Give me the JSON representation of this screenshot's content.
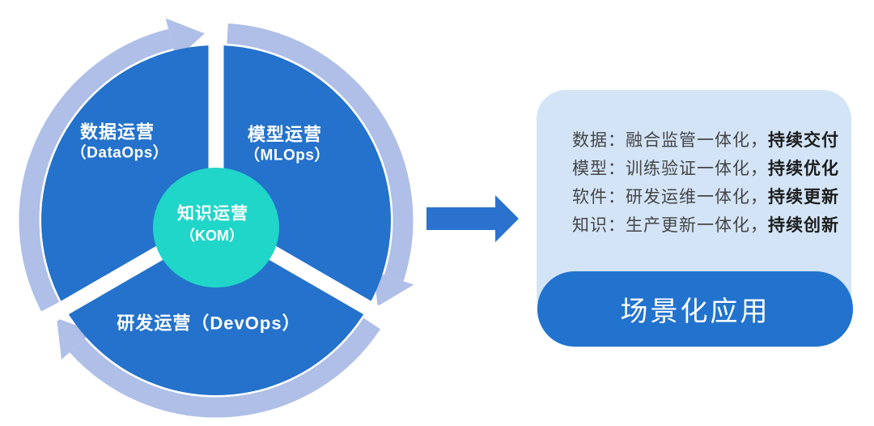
{
  "diagram": {
    "segments": [
      {
        "title": "数据运营",
        "subtitle": "（DataOps）"
      },
      {
        "title": "模型运营",
        "subtitle": "（MLOps）"
      },
      {
        "title": "研发运营（DevOps）"
      }
    ],
    "center": {
      "title": "知识运营",
      "subtitle": "（KOM）"
    },
    "colors": {
      "segment_blue": "#2472CB",
      "ring_blue": "#AFBFE7",
      "center_teal": "#1FD6C9",
      "divider_white": "#FFFFFF",
      "flow_arrow_blue": "#2B72CE"
    }
  },
  "panel": {
    "bg_color": "#D3E4F7",
    "lines": [
      {
        "prefix": "数据：融合监管一体化，",
        "bold": "持续交付"
      },
      {
        "prefix": "模型：训练验证一体化，",
        "bold": "持续优化"
      },
      {
        "prefix": "软件：研发运维一体化，",
        "bold": "持续更新"
      },
      {
        "prefix": "知识：生产更新一体化，",
        "bold": "持续创新"
      }
    ],
    "button": {
      "label": "场景化应用",
      "color": "#2273CE"
    }
  }
}
